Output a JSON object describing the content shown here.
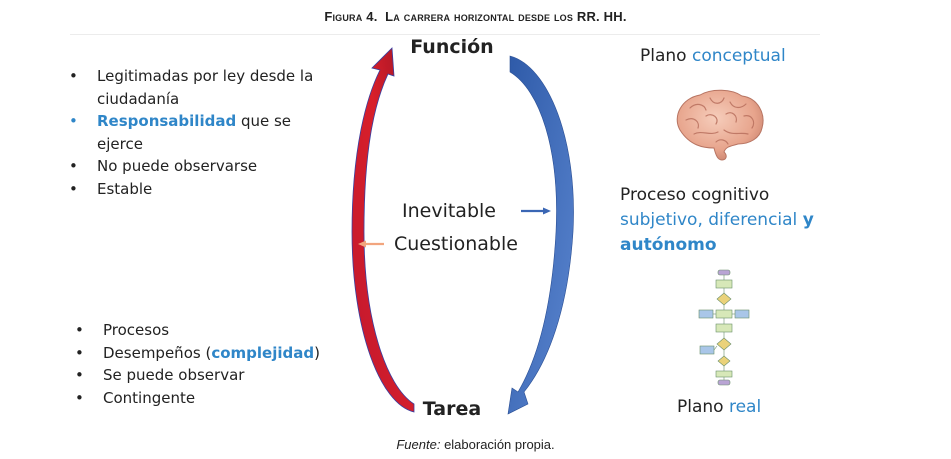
{
  "caption": {
    "figure": "Figura 4.",
    "title": "La carrera horizontal desde los RR. HH.",
    "source_label": "Fuente:",
    "source_text": "elaboración propia."
  },
  "nodes": {
    "top": "Función",
    "bottom": "Tarea"
  },
  "center": {
    "inevitable": "Inevitable",
    "cuestionable": "Cuestionable"
  },
  "function_list": [
    "Legitimadas por ley desde la ciudadanía",
    "Responsabilidad",
    "que se ejerce",
    "No puede observarse",
    "Estable"
  ],
  "task_list": {
    "procesos": "Procesos",
    "desempenos_prefix": "Desempeños (",
    "desempenos_highlight": "complejidad",
    "desempenos_suffix": ")",
    "observar": "Se puede observar",
    "contingente": "Contingente"
  },
  "right": {
    "plano_conceptual_prefix": "Plano",
    "plano_conceptual_highlight": "conceptual",
    "proceso_line1": "Proceso cognitivo",
    "proceso_line2_a": "subjetivo, diferencial",
    "proceso_line2_b": "y",
    "proceso_line3": "autónomo",
    "plano_real_prefix": "Plano",
    "plano_real_highlight": "real"
  },
  "colors": {
    "blue_text": "#2f86c8",
    "arrow_blue": "#3a66b4",
    "arrow_red": "#c8102e",
    "orange_arrow": "#f2a57e"
  },
  "icons": [
    "brain-icon",
    "flowchart-icon"
  ]
}
